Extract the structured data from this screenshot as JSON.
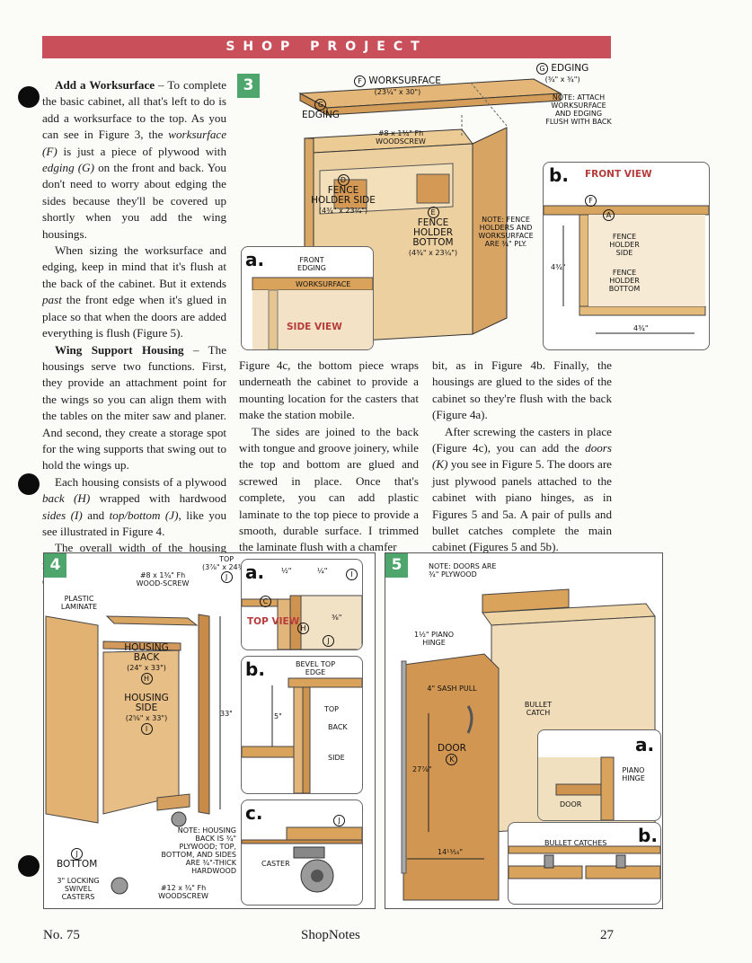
{
  "header": {
    "banner": "SHOP PROJECT"
  },
  "article": {
    "p1_head": "Add a Worksurface",
    "p1_a": " – To complete the basic cabinet, all that's left to do is add a worksurface to the top. As you can see in Figure 3, the ",
    "p1_i1": "worksurface (F)",
    "p1_b": " is just a piece of plywood with ",
    "p1_i2": "edging (G)",
    "p1_c": " on the front and back. You don't need to worry about edging the sides because they'll be covered up shortly when you add the wing housings.",
    "p2_a": "When sizing the worksurface and edging, keep in mind that it's flush at the back of the cabinet. But it extends ",
    "p2_i": "past",
    "p2_b": " the front edge when it's glued in place so that when the doors are added everything is flush (Figure 5).",
    "p3_head": "Wing Support Housing",
    "p3_a": " – The housings serve two functions. First, they provide an attachment point for the wings so you can align them with the tables on the miter saw and planer. And second, they create a storage spot for the wing supports that swing out to hold the wings up.",
    "p4_a": "Each housing consists of a plywood ",
    "p4_i1": "back (H)",
    "p4_b": " wrapped with hardwood ",
    "p4_i2": "sides (I)",
    "p4_c": " and ",
    "p4_i3": "top/bottom (J)",
    "p4_d": ", like you see illustrated in Figure 4.",
    "p5": "The overall width of the housing matches the depth of the worksurface on the cabinet. As you can see in",
    "col2_p1": "Figure 4c, the bottom piece wraps underneath the cabinet to provide a mounting location for the casters that make the station mobile.",
    "col2_p2": "The sides are joined to the back with tongue and groove joinery, while the top and bottom are glued and screwed in place. Once that's complete, you can add plastic laminate to the top piece to provide a smooth, durable surface. I trimmed the laminate flush with a chamfer",
    "col3_p1": "bit, as in Figure 4b. Finally, the housings are glued to the sides of the cabinet so they're flush with the back (Figure 4a).",
    "col3_p2_a": "After screwing the casters in place (Figure 4c), you can add the ",
    "col3_p2_i": "doors (K)",
    "col3_p2_b": " you see in Figure 5. The doors are just plywood panels attached to the cabinet with piano hinges, as in Figures 5 and 5a. A pair of pulls and bullet catches complete the main cabinet (Figures 5 and 5b)."
  },
  "fig3": {
    "num": "3",
    "worksurface": "WORKSURFACE",
    "worksurface_dim": "(23¼\" x 30\")",
    "edging_right": "EDGING",
    "edging_right_dim": "(¾\" x ¾\")",
    "edging_left": "EDGING",
    "note": "NOTE: ATTACH WORKSURFACE AND EDGING FLUSH WITH BACK",
    "screw": "#8 x 1¾\" Fh WOODSCREW",
    "fence_side": "FENCE HOLDER SIDE",
    "fence_side_dim": "(4¾\" x 23¼\")",
    "fence_bottom": "FENCE HOLDER BOTTOM",
    "fence_bottom_dim": "(4¾\" x 23¼\")",
    "note2": "NOTE: FENCE HOLDERS AND WORKSURFACE ARE ¾\" PLY.",
    "a_letter": "a.",
    "a_front_edging": "FRONT EDGING",
    "a_worksurface": "WORKSURFACE",
    "a_view": "SIDE VIEW",
    "b_letter": "b.",
    "b_view": "FRONT VIEW",
    "b_side": "FENCE HOLDER SIDE",
    "b_bottom": "FENCE HOLDER BOTTOM",
    "b_dim_v": "4¾\"",
    "b_dim_h": "4¾\""
  },
  "fig4": {
    "num": "4",
    "screw": "#8 x 1¾\" Fh WOOD-SCREW",
    "laminate": "PLASTIC LAMINATE",
    "top": "TOP",
    "top_dim": "(3⅞\" x 24¾\")",
    "back": "HOUSING BACK",
    "back_dim": "(24\" x 33\")",
    "side": "HOUSING SIDE",
    "side_dim": "(2⅝\" x 33\")",
    "height": "33\"",
    "bottom": "BOTTOM",
    "casters": "3\" LOCKING SWIVEL CASTERS",
    "screw2": "#12 x ¾\" Fh WOODSCREW",
    "note": "NOTE: HOUSING BACK IS ¾\" PLYWOOD; TOP, BOTTOM, AND SIDES ARE ¾\"-THICK HARDWOOD",
    "a_letter": "a.",
    "a_dim1": "½\"",
    "a_dim2": "¼\"",
    "a_dim3": "⅜\"",
    "a_view": "TOP VIEW",
    "b_letter": "b.",
    "b_bevel": "BEVEL TOP EDGE",
    "b_top": "TOP",
    "b_back": "BACK",
    "b_side": "SIDE",
    "b_dim": "5\"",
    "c_letter": "c.",
    "c_caster": "CASTER"
  },
  "fig5": {
    "num": "5",
    "note": "NOTE: DOORS ARE ¾\" PLYWOOD",
    "hinge": "1½\" PIANO HINGE",
    "pull": "4\" SASH PULL",
    "catch": "BULLET CATCH",
    "door": "DOOR",
    "height": "27⅞\"",
    "width": "14¹³⁄₁₆\"",
    "a_letter": "a.",
    "a_hinge": "PIANO HINGE",
    "a_door": "DOOR",
    "b_letter": "b.",
    "b_catches": "BULLET CATCHES"
  },
  "footer": {
    "issue": "No. 75",
    "magazine": "ShopNotes",
    "page": "27"
  }
}
